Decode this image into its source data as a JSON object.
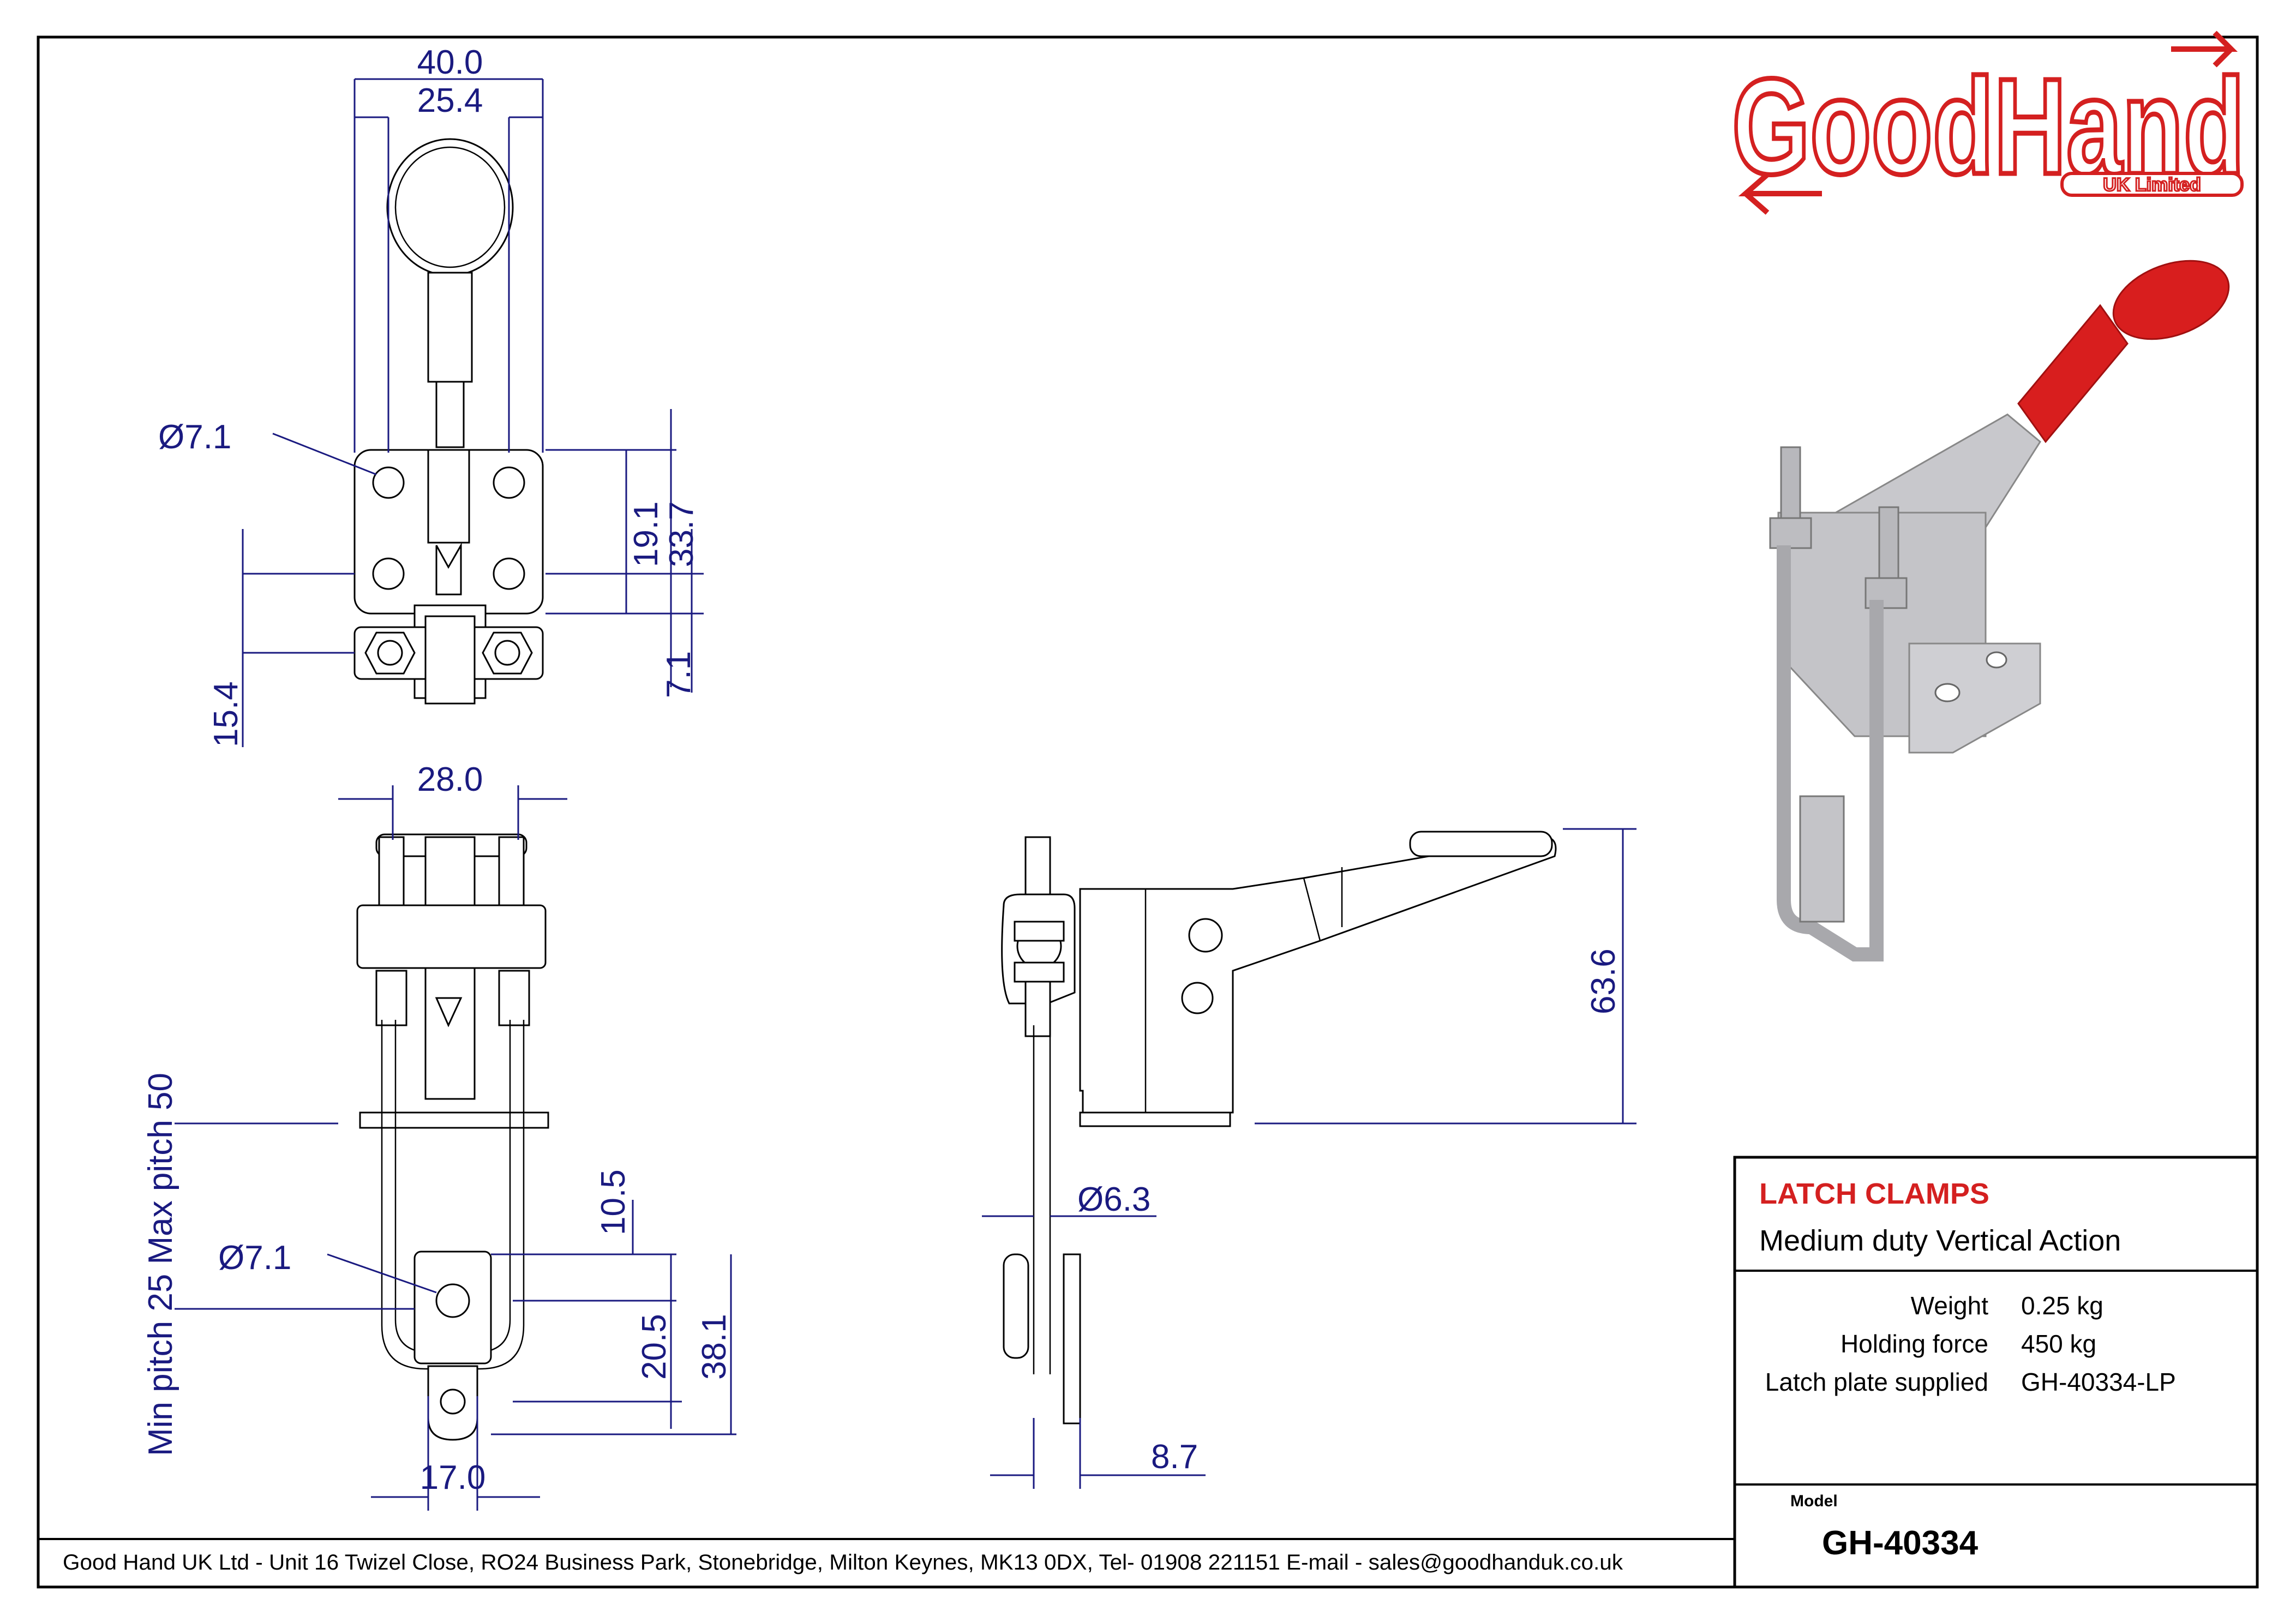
{
  "logo": {
    "text": "GoodHand",
    "subtitle": "UK Limited"
  },
  "title_block": {
    "category": "LATCH CLAMPS",
    "description": "Medium duty Vertical Action",
    "specs": [
      {
        "label": "Weight",
        "value": "0.25 kg"
      },
      {
        "label": "Holding force",
        "value": "450 kg"
      },
      {
        "label": "Latch plate supplied",
        "value": "GH-40334-LP"
      }
    ],
    "model_label": "Model",
    "model_number": "GH-40334"
  },
  "footer": "Good Hand UK Ltd  - Unit 16 Twizel Close, RO24 Business Park, Stonebridge, Milton Keynes, MK13 0DX,  Tel- 01908 221151  E-mail - sales@goodhanduk.co.uk",
  "dimensions": {
    "top_width_outer": "40.0",
    "top_width_inner": "25.4",
    "top_hole_dia": "Ø7.1",
    "top_height_19": "19.1",
    "top_height_33": "33.7",
    "top_height_7": "7.1",
    "top_height_15": "15.4",
    "front_width": "28.0",
    "front_pitch": "Min pitch 25 Max pitch 50",
    "front_hole_dia": "Ø7.1",
    "front_10": "10.5",
    "front_20": "20.5",
    "front_38": "38.1",
    "front_17": "17.0",
    "side_height": "63.6",
    "side_dia": "Ø6.3",
    "side_8": "8.7"
  },
  "colors": {
    "brand_red": "#d42020",
    "dimension_blue": "#1a1a80",
    "handle_red": "#d81e1e"
  }
}
